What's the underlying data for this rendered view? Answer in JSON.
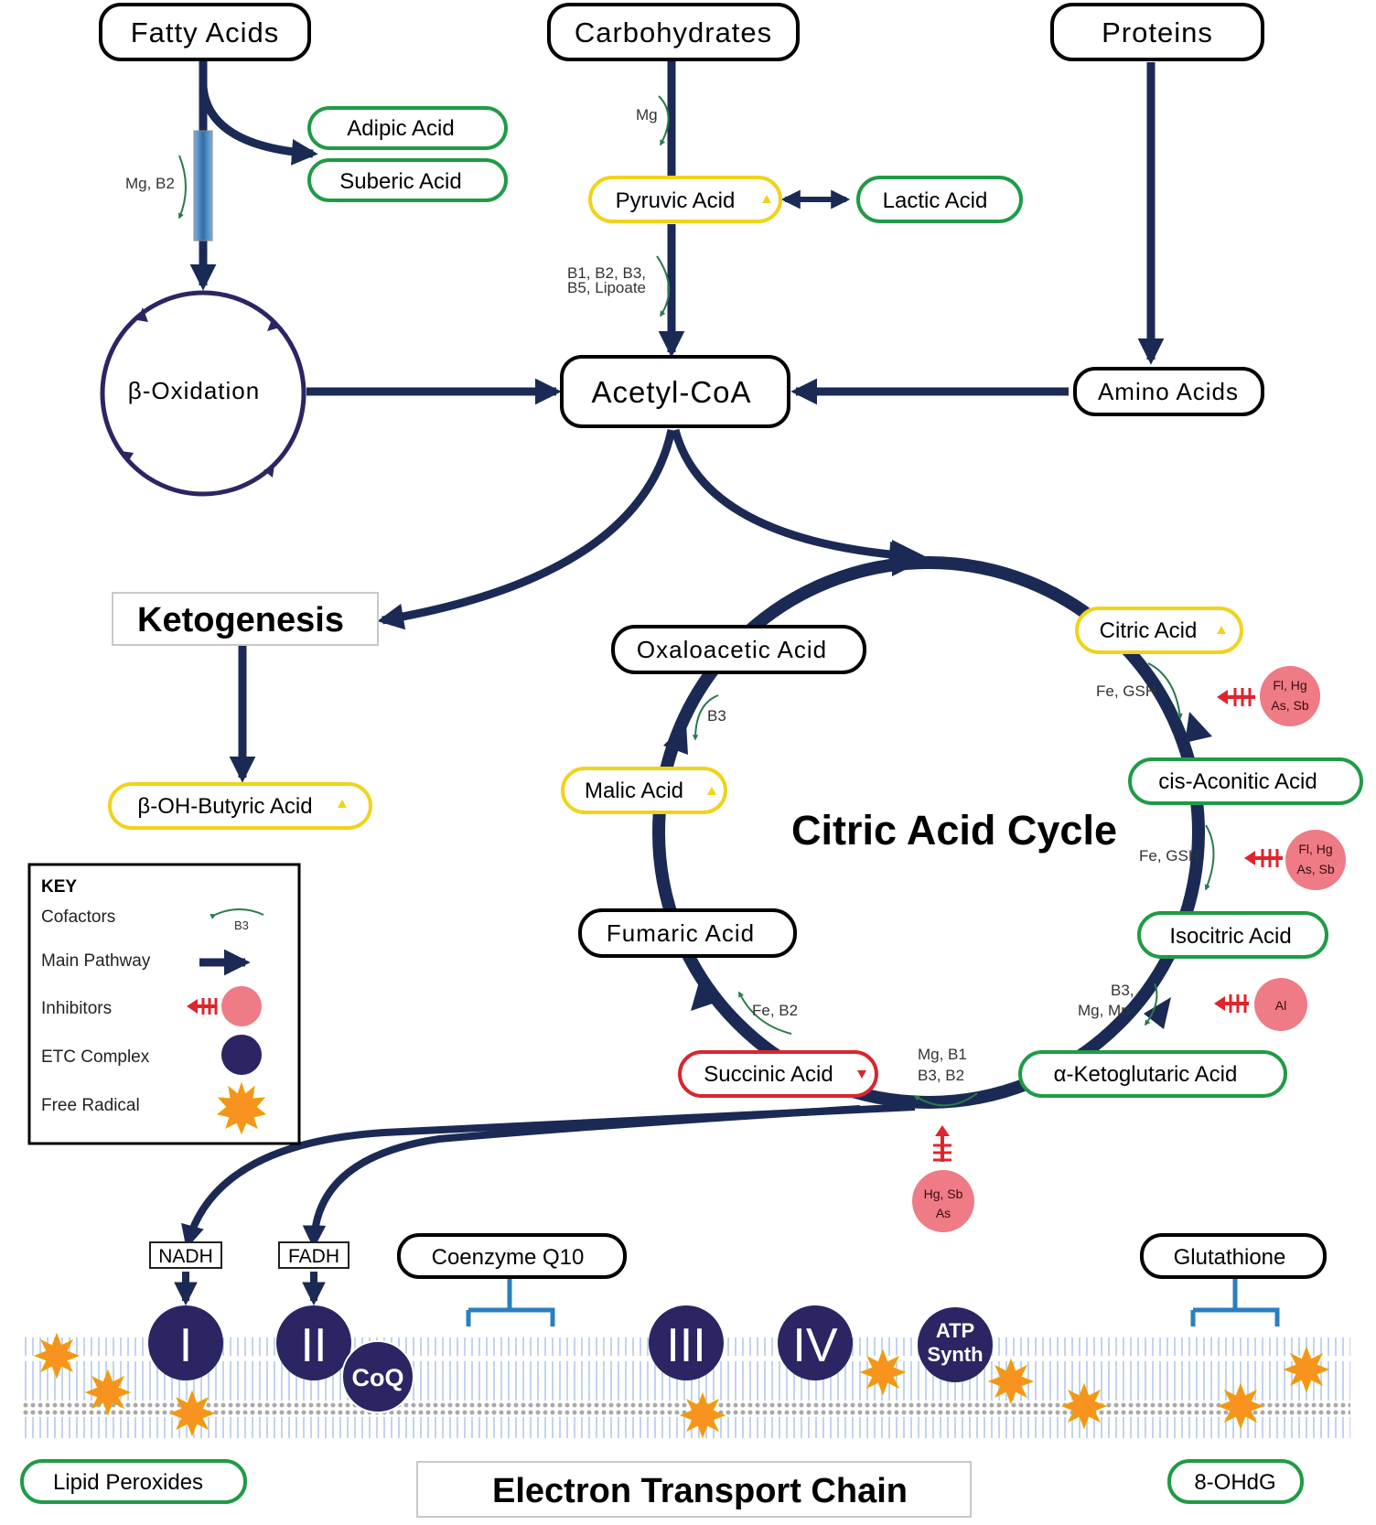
{
  "sources": {
    "fatty_acids": "Fatty Acids",
    "carbohydrates": "Carbohydrates",
    "proteins": "Proteins"
  },
  "intermediates": {
    "adipic_acid": "Adipic Acid",
    "suberic_acid": "Suberic Acid",
    "pyruvic_acid": "Pyruvic Acid",
    "lactic_acid": "Lactic Acid",
    "beta_oxidation": "β-Oxidation",
    "acetyl_coa": "Acetyl-CoA",
    "amino_acids": "Amino Acids",
    "ketogenesis": "Ketogenesis",
    "beta_oh_butyric_acid": "β-OH-Butyric Acid"
  },
  "cycle": {
    "title": "Citric Acid Cycle",
    "citric_acid": "Citric Acid",
    "cis_aconitic_acid": "cis-Aconitic Acid",
    "isocitric_acid": "Isocitric Acid",
    "alpha_ketoglutaric_acid": "α-Ketoglutaric Acid",
    "succinic_acid": "Succinic Acid",
    "fumaric_acid": "Fumaric Acid",
    "malic_acid": "Malic Acid",
    "oxaloacetic_acid": "Oxaloacetic Acid"
  },
  "cofactors": {
    "fatty_oxidation": "Mg, B2",
    "pyruvate_formation": "Mg",
    "pyruvate_to_acetyl_line1": "B1, B2, B3,",
    "pyruvate_to_acetyl_line2": "B5, Lipoate",
    "citric_to_cis": "Fe, GSH",
    "cis_to_isocitric": "Fe, GSH",
    "iso_to_akg_line1": "B3,",
    "iso_to_akg_line2": "Mg, Mn",
    "akg_to_succinic_line1": "Mg, B1",
    "akg_to_succinic_line2": "B3, B2",
    "succinic_to_fumaric": "Fe, B2",
    "malic_to_oxaloacetic": "B3"
  },
  "inhibitors": {
    "citric_to_cis_line1": "Fl, Hg",
    "citric_to_cis_line2": "As, Sb",
    "cis_to_isocitric_line1": "Fl, Hg",
    "cis_to_isocitric_line2": "As, Sb",
    "iso_to_akg": "Al",
    "akg_to_succinic_line1": "Hg, Sb",
    "akg_to_succinic_line2": "As"
  },
  "key": {
    "title": "KEY",
    "cofactors_label": "Cofactors",
    "cofactor_sample": "B3",
    "main_pathway_label": "Main Pathway",
    "inhibitors_label": "Inhibitors",
    "etc_complex_label": "ETC Complex",
    "free_radical_label": "Free Radical"
  },
  "etc": {
    "title": "Electron Transport Chain",
    "nadh": "NADH",
    "fadh": "FADH",
    "coenzyme_q10": "Coenzyme Q10",
    "glutathione": "Glutathione",
    "complex_1": "I",
    "complex_2": "II",
    "coq": "CoQ",
    "complex_3": "III",
    "complex_4": "IV",
    "atp_line1": "ATP",
    "atp_line2": "Synth",
    "lipid_peroxides": "Lipid Peroxides",
    "ohdg": "8-OHdG"
  },
  "colors": {
    "pathway": "#1b2a55",
    "etc_complex": "#2b2563",
    "normal_marker": "#1f9b46",
    "high_marker": "#f0d31b",
    "low_marker": "#d8262e",
    "inhibitor_circle": "#ee7b85",
    "inhibitor_arrow": "#e0242c",
    "cofactor_arc": "#2a7a4a",
    "membrane": "#c9d8f0",
    "antioxidant_bar": "#2a7fc0",
    "radical_fill": "#f7931e"
  }
}
